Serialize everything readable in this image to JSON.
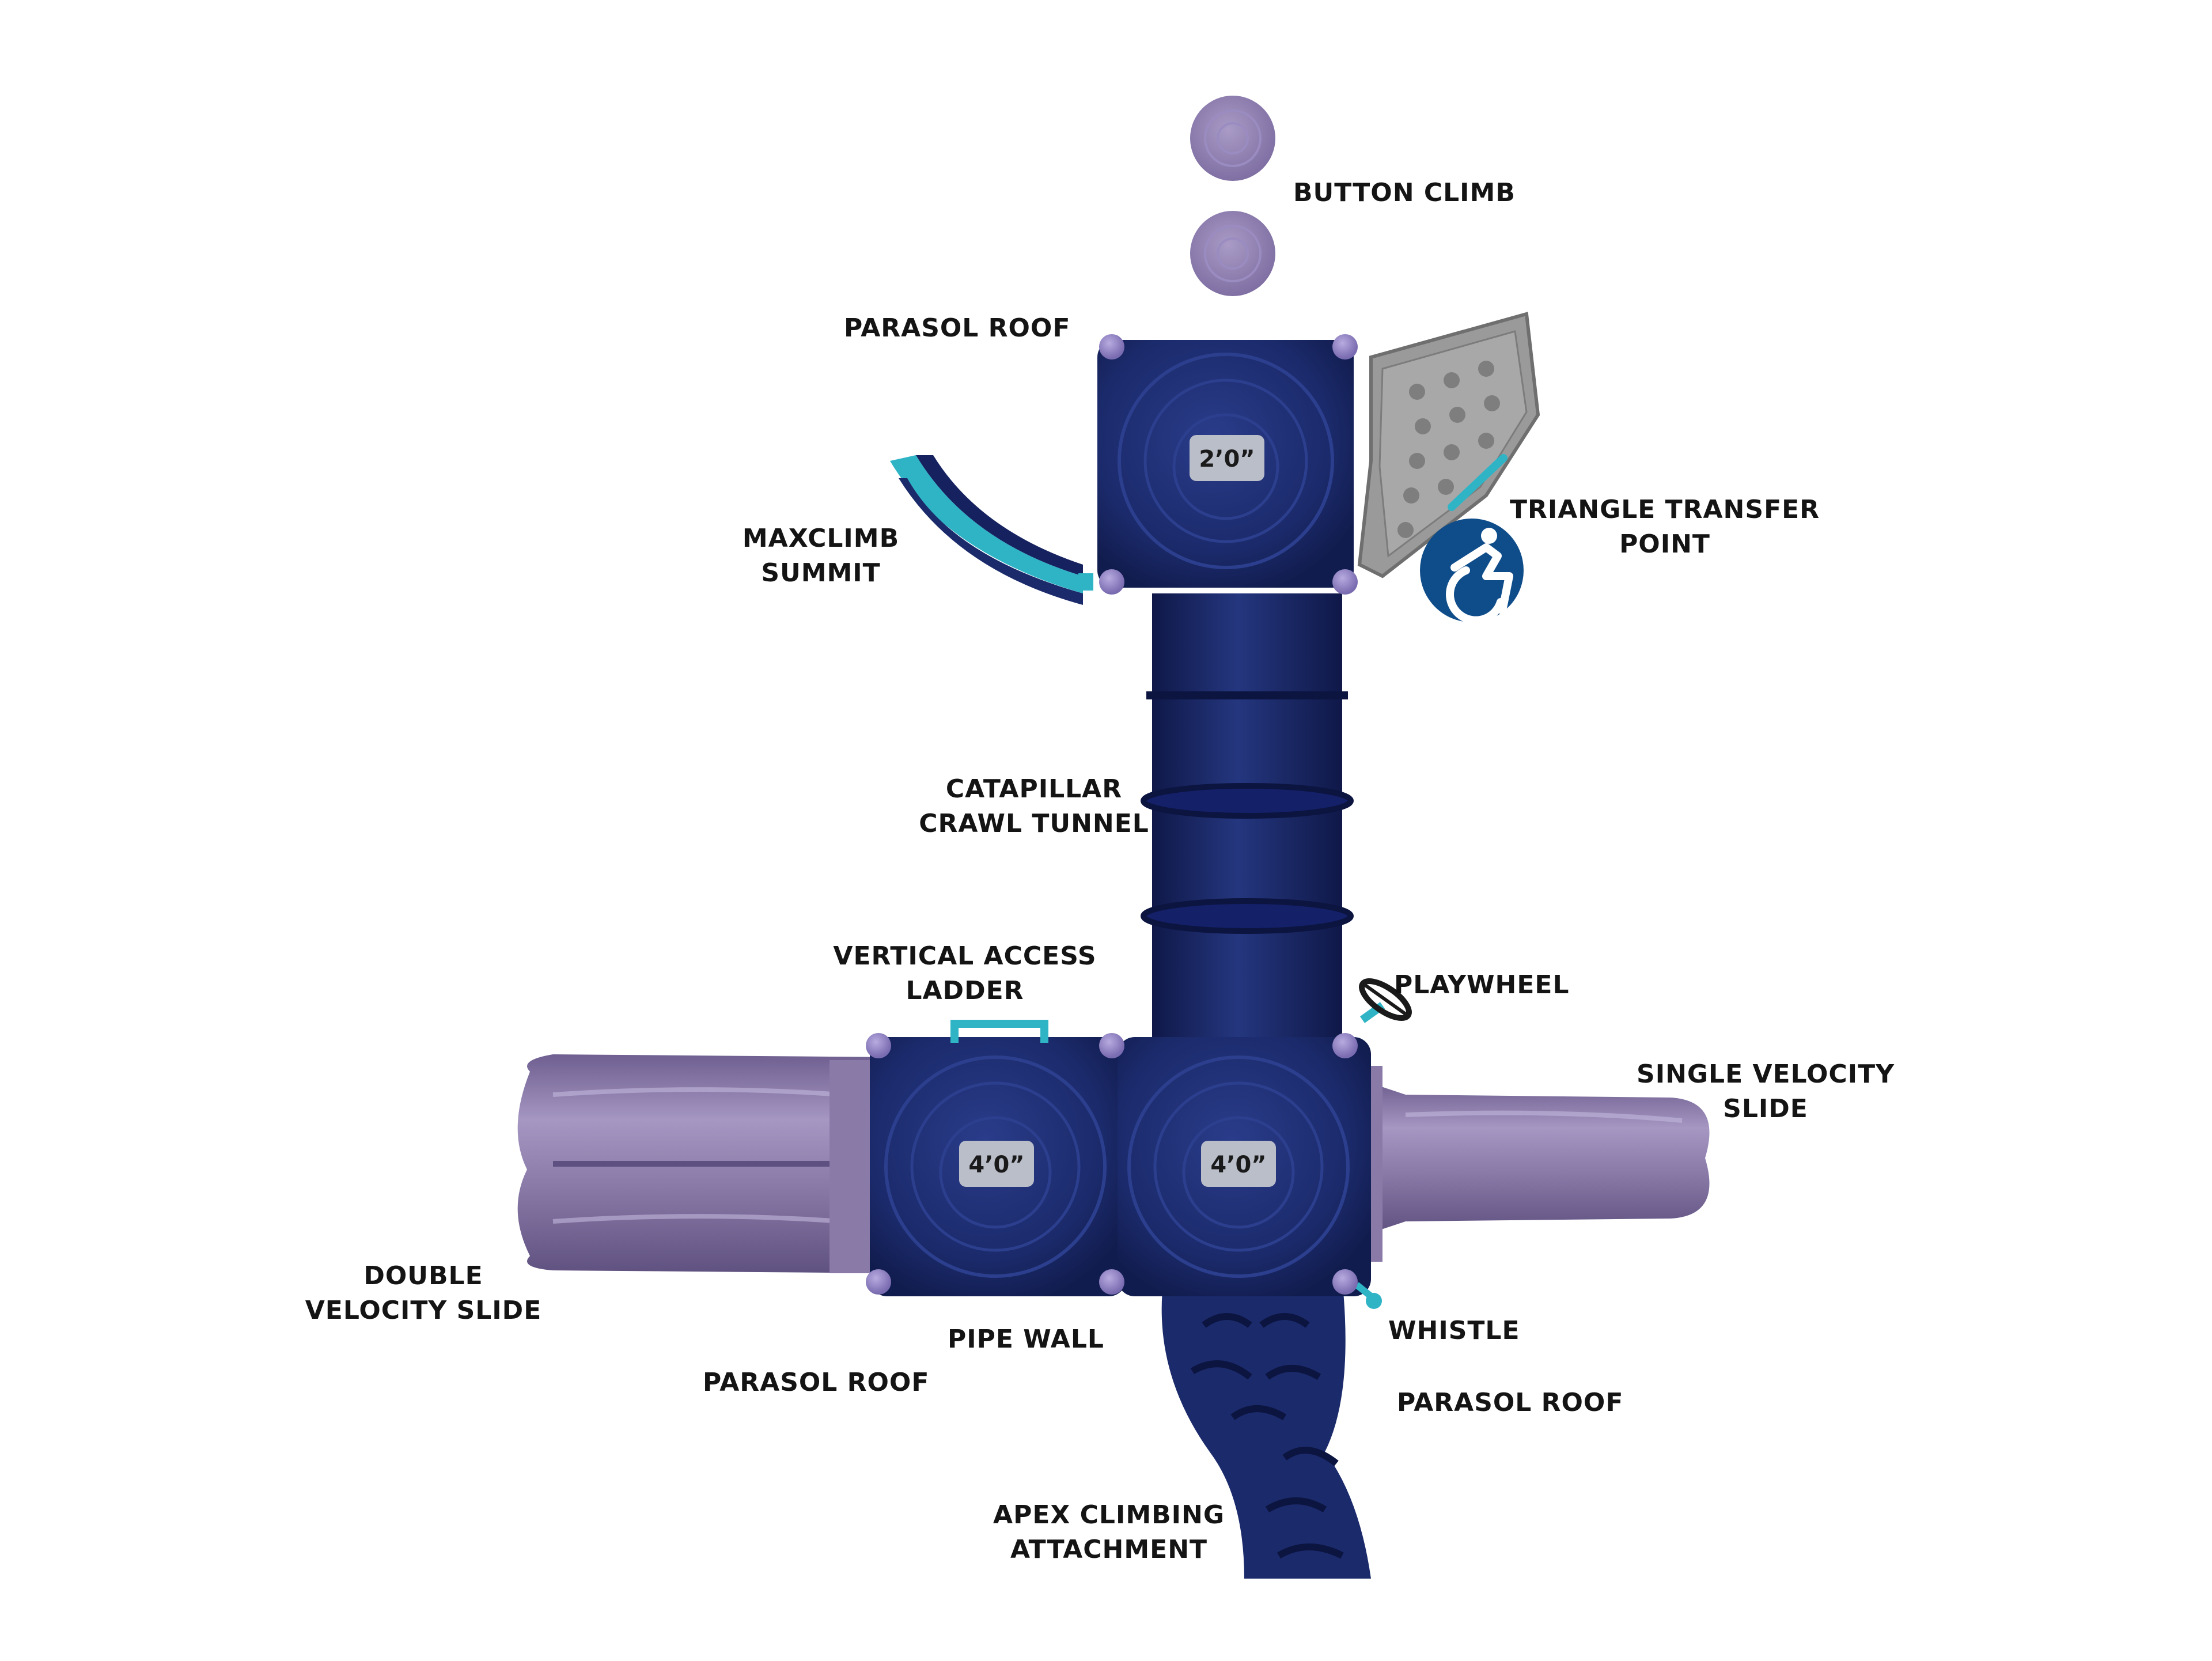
{
  "colors": {
    "structure": "#1b2a6b",
    "structure_dark": "#101a4a",
    "slide_purple": "#8a7aa8",
    "cap_purple": "#8f82c4",
    "accent_teal": "#2fb4c6",
    "panel_gray": "#8c8c8c",
    "ada_blue": "#0f4d8a",
    "label_text": "#141414"
  },
  "labels": {
    "button_climb": [
      "BUTTON CLIMB"
    ],
    "parasol_roof_top": [
      "PARASOL ROOF"
    ],
    "maxclimb_summit": [
      "MAXCLIMB",
      "SUMMIT"
    ],
    "triangle_transfer_point": [
      "TRIANGLE TRANSFER",
      "POINT"
    ],
    "catapillar_crawl_tunnel": [
      "CATAPILLAR",
      "CRAWL TUNNEL"
    ],
    "vertical_access_ladder": [
      "VERTICAL ACCESS",
      "LADDER"
    ],
    "playwheel": [
      "PLAYWHEEL"
    ],
    "single_velocity_slide": [
      "SINGLE VELOCITY",
      "SLIDE"
    ],
    "double_velocity_slide": [
      "DOUBLE",
      "VELOCITY SLIDE"
    ],
    "pipe_wall": [
      "PIPE WALL"
    ],
    "whistle": [
      "WHISTLE"
    ],
    "parasol_roof_left": [
      "PARASOL ROOF"
    ],
    "parasol_roof_right": [
      "PARASOL ROOF"
    ],
    "apex_climbing_attachment": [
      "APEX CLIMBING",
      "ATTACHMENT"
    ]
  },
  "decks": {
    "top": "2’0”",
    "left": "4’0”",
    "right": "4’0”"
  },
  "icons": {
    "ada": "wheelchair-accessible-icon"
  }
}
